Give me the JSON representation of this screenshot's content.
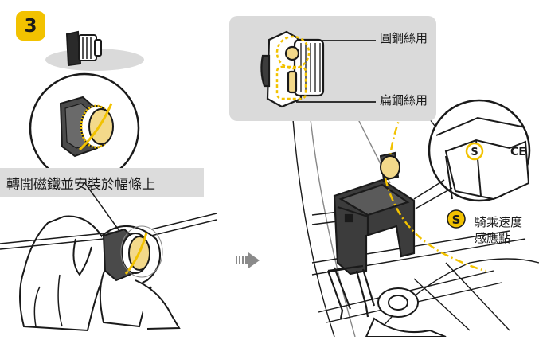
{
  "step": {
    "number": "3"
  },
  "instruction": {
    "text": "轉開磁鐵並安裝於幅條上"
  },
  "callout": {
    "round_spoke": "圓鋼絲用",
    "flat_spoke": "扁鋼絲用"
  },
  "sensor": {
    "badge": "S",
    "label_line1": "騎乘速度",
    "label_line2": "感應點",
    "marks": {
      "s": "S",
      "ce": "CE"
    }
  },
  "colors": {
    "accent_yellow": "#f2c200",
    "magnet_face": "#f3d98a",
    "banner_gray": "#dcdcdc",
    "callout_gray": "#dadada",
    "line": "#1a1a1a"
  },
  "icons": {
    "next_arrow": "arrow-right-icon"
  }
}
